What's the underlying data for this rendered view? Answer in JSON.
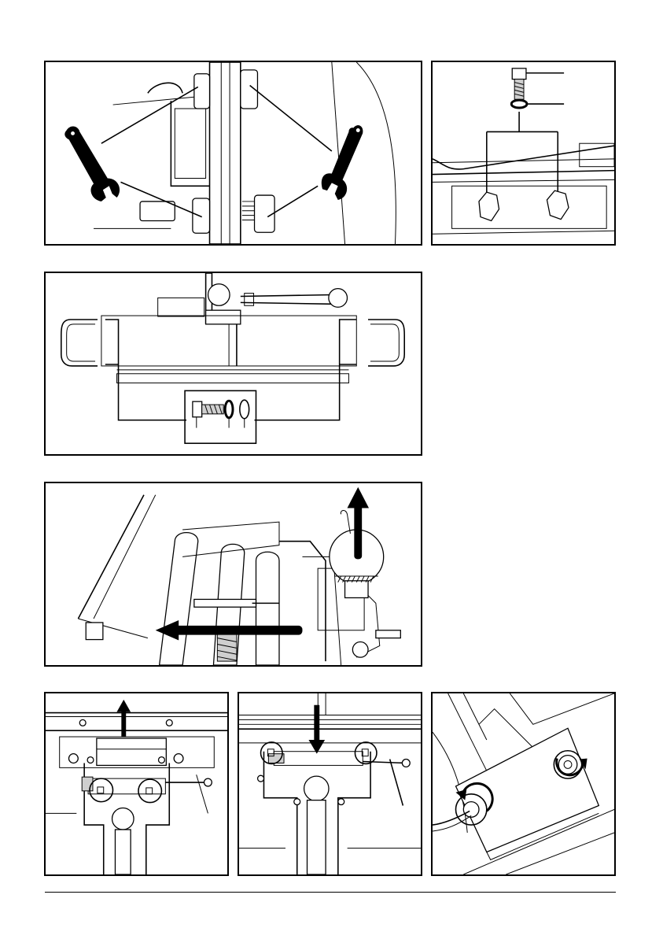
{
  "page": {
    "description_labels": [],
    "figures": [
      {
        "id": "fig-1",
        "content": "wrench-loosen-nuts"
      },
      {
        "id": "fig-2",
        "content": "bolt-washer-hex-nuts"
      },
      {
        "id": "fig-3",
        "content": "handles-bolt-washers-detail"
      },
      {
        "id": "fig-4",
        "content": "knob-lift-slide-left"
      },
      {
        "id": "fig-5",
        "content": "lift-carriage-circled-screws"
      },
      {
        "id": "fig-6",
        "content": "lower-carriage-circled-screws"
      },
      {
        "id": "fig-7",
        "content": "rotate-fasteners"
      }
    ],
    "colors": {
      "ink": "#000000",
      "paper": "#ffffff"
    }
  }
}
